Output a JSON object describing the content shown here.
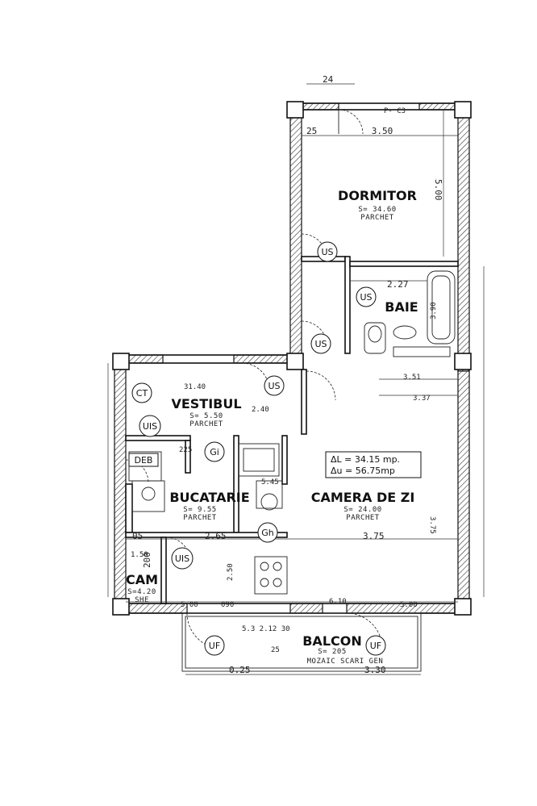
{
  "rooms": {
    "dormitor": {
      "name": "DORMITOR",
      "area": "S= 34.60",
      "floor": "PARCHET"
    },
    "baie": {
      "name": "BAIE"
    },
    "vestibul": {
      "name": "VESTIBUL",
      "area": "S= 5.50",
      "floor": "PARCHET"
    },
    "bucatarie": {
      "name": "BUCATARIE",
      "area": "S= 9.55",
      "floor": "PARCHET"
    },
    "camera": {
      "name": "CAMERA DE ZI",
      "area": "S= 24.00",
      "floor": "PARCHET"
    },
    "cam": {
      "name": "CAM",
      "area": "S=4.20",
      "floor": "SHE"
    },
    "balcon": {
      "name": "BALCON",
      "area": "S= 205",
      "floor": "MOZAIC SCARI GEN"
    }
  },
  "areas": {
    "useful": "ΔL = 34.15 mp.",
    "built": "Δu = 56.75mp"
  },
  "symbols": {
    "us": "US",
    "uis": "UIS",
    "ct": "CT",
    "deb": "DEB",
    "gi": "Gi",
    "gh": "Gh",
    "uf": "UF"
  },
  "dimensions": {
    "top_24": "24",
    "pc3": "P- C3",
    "d_25": "25",
    "d_350": "3.50",
    "d_500_right": "5.00",
    "d_227": "2.27",
    "d_390": "3.90",
    "d_351": "3.51",
    "d_337": "3.37",
    "d_375_right": "3.75",
    "d_240": "2.40",
    "d_3140": "31.40",
    "d_265": "2.65",
    "d_375": "3.75",
    "d_05": "05",
    "d_200": "200",
    "d_545": "5.45",
    "d_150": "1.50",
    "d_025": "0.25",
    "d_330": "3.30",
    "d_250": "2.50",
    "d_2120": "5.3 2.12 30",
    "d_25b": "25",
    "d_610": "6.10",
    "d_500a": "5.00",
    "d_090": "090",
    "d_225": "225"
  }
}
